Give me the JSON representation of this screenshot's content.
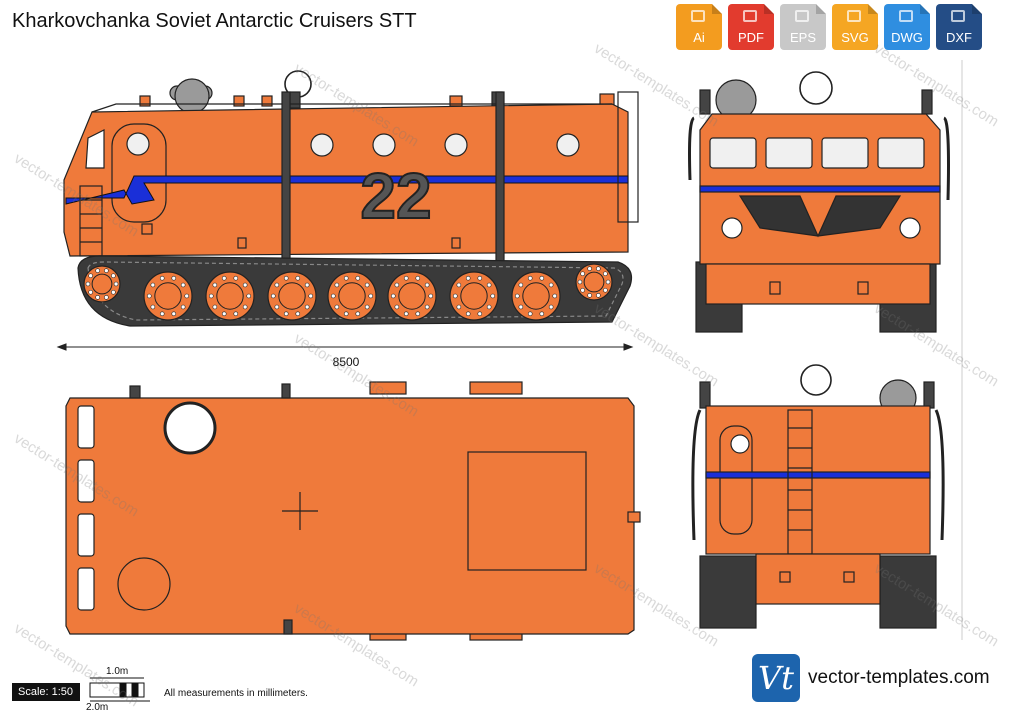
{
  "title": "Kharkovchanka Soviet Antarctic Cruisers STT",
  "formats": [
    {
      "label": "Ai",
      "color": "#f39c1f",
      "icon": "ai-file-icon"
    },
    {
      "label": "PDF",
      "color": "#e23b2e",
      "icon": "pdf-file-icon"
    },
    {
      "label": "EPS",
      "color": "#c8c8c8",
      "icon": "eps-file-icon"
    },
    {
      "label": "SVG",
      "color": "#f5a623",
      "icon": "svg-file-icon"
    },
    {
      "label": "DWG",
      "color": "#2f8ee0",
      "icon": "dwg-file-icon"
    },
    {
      "label": "DXF",
      "color": "#244d86",
      "icon": "dxf-file-icon"
    }
  ],
  "dimension": "8500",
  "scale": "Scale: 1:50",
  "scale_bar": {
    "top_label": "1.0m",
    "bottom_label": "2.0m"
  },
  "note": "All measurements in millimeters.",
  "watermark": "vector-templates.com",
  "brand": {
    "logo": "Vt",
    "text": "vector-templates.com"
  },
  "vehicle": {
    "number": "22",
    "body_color": "#ef7a3b",
    "stripe_color": "#1a2fd8",
    "track_color": "#3a3a3a"
  }
}
